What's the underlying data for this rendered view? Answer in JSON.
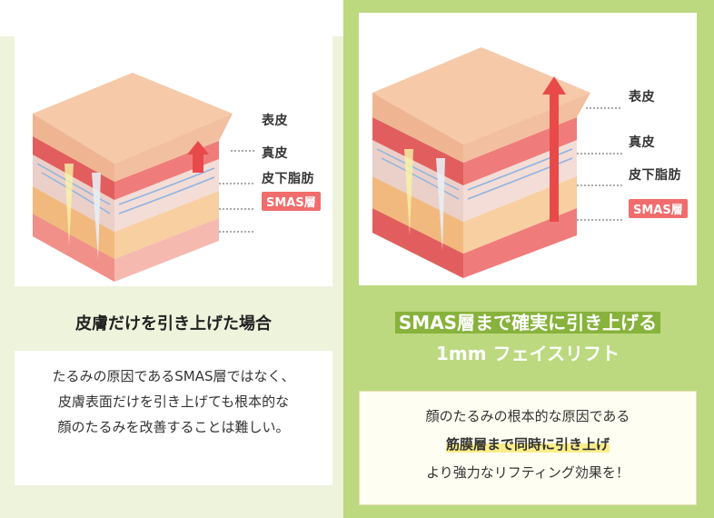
{
  "left": {
    "labels": {
      "epidermis": "表皮",
      "dermis": "真皮",
      "subcutaneous": "皮下脂肪",
      "smas": "SMAS層"
    },
    "heading": "皮膚だけを引き上げた場合",
    "description": [
      "たるみの原因であるSMAS層ではなく、",
      "皮膚表面だけを引き上げても根本的な",
      "顔のたるみを改善することは難しい。"
    ]
  },
  "right": {
    "labels": {
      "epidermis": "表皮",
      "dermis": "真皮",
      "subcutaneous": "皮下脂肪",
      "smas": "SMAS層"
    },
    "heading_line1": "SMAS層まで確実に引き上げる",
    "heading_line2": "1mm フェイスリフト",
    "description_line1": "顔のたるみの根本的な原因である",
    "description_highlight": "筋膜層まで同時に引き上げ",
    "description_line3": "より強力なリフティング効果を！"
  },
  "colors": {
    "left_bg": "#eef3dc",
    "right_bg": "#bcd97f",
    "smas_red": "#f16c6c",
    "highlight_green": "#87b23b"
  }
}
